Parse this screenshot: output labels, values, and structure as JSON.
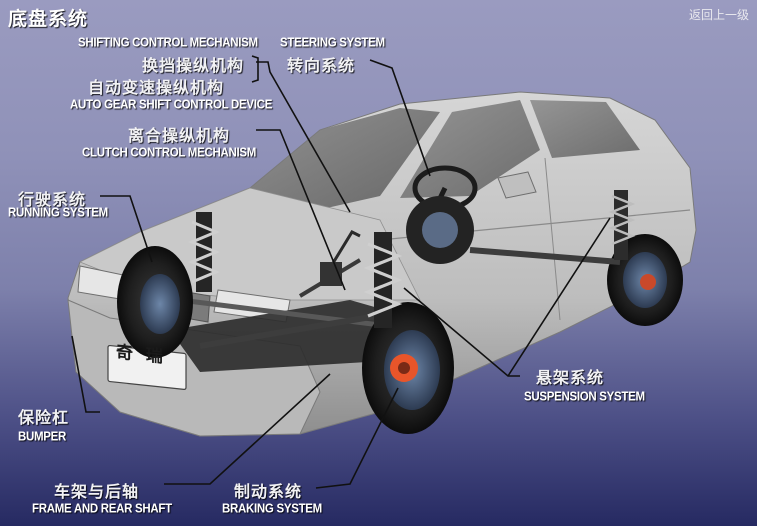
{
  "page": {
    "title": "底盘系统",
    "back_link": "返回上一级"
  },
  "callouts": {
    "shifting_control_en": "SHIFTING CONTROL MECHANISM",
    "shifting_control_cn": "换挡操纵机构",
    "auto_gear_cn": "自动变速操纵机构",
    "auto_gear_en": "AUTO GEAR SHIFT CONTROL DEVICE",
    "clutch_cn": "离合操纵机构",
    "clutch_en": "CLUTCH CONTROL MECHANISM",
    "steering_en": "STEERING SYSTEM",
    "steering_cn": "转向系统",
    "running_cn": "行驶系统",
    "running_en": "RUNNING SYSTEM",
    "bumper_cn": "保险杠",
    "bumper_en": "BUMPER",
    "frame_cn": "车架与后轴",
    "frame_en": "FRAME AND REAR SHAFT",
    "braking_cn": "制动系统",
    "braking_en": "BRAKING SYSTEM",
    "suspension_cn": "悬架系统",
    "suspension_en": "SUSPENSION SYSTEM"
  },
  "car": {
    "plate": "奇 瑞"
  },
  "colors": {
    "line": "#111111",
    "text": "#ffffff",
    "brake_accent": "#e8552a"
  }
}
